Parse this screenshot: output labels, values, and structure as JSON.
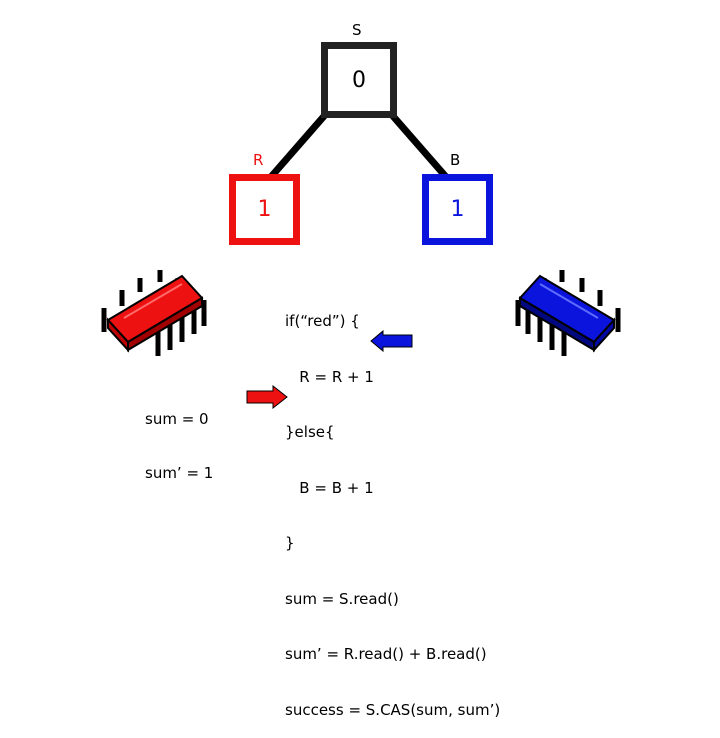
{
  "nodes": {
    "s": {
      "label": "S",
      "value": "0",
      "color": "#222222"
    },
    "r": {
      "label": "R",
      "value": "1",
      "color": "#ee1111"
    },
    "b": {
      "label": "B",
      "value": "1",
      "color": "#0a14dd"
    }
  },
  "code": {
    "lines": [
      "if(“red”) {",
      "   R = R + 1",
      "}else{",
      "   B = B + 1",
      "}",
      "sum = S.read()",
      "sum’ = R.read() + B.read()",
      "success = S.CAS(sum, sum’)"
    ]
  },
  "red_thread": {
    "lines": [
      "sum = 0",
      "sum’ = 1"
    ],
    "color": "#ee1111"
  },
  "blue_thread": {
    "color": "#0a14dd"
  },
  "icons": [
    "red-processor-chip-icon",
    "blue-processor-chip-icon",
    "red-arrow-icon",
    "blue-arrow-icon"
  ]
}
